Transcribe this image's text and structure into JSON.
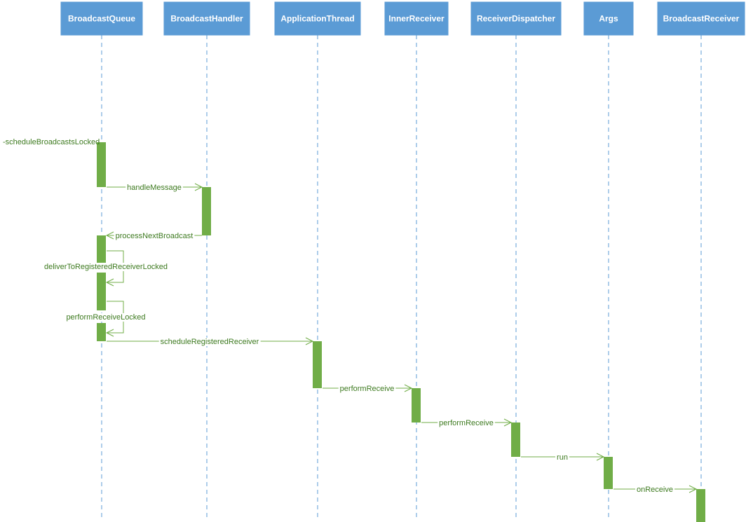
{
  "participants": [
    {
      "id": "bq",
      "label": "BroadcastQueue"
    },
    {
      "id": "bh",
      "label": "BroadcastHandler"
    },
    {
      "id": "at",
      "label": "ApplicationThread"
    },
    {
      "id": "ir",
      "label": "InnerReceiver"
    },
    {
      "id": "rd",
      "label": "ReceiverDispatcher"
    },
    {
      "id": "args",
      "label": "Args"
    },
    {
      "id": "br",
      "label": "BroadcastReceiver"
    }
  ],
  "messages": [
    {
      "id": "m1",
      "label": "-scheduleBroadcastsLocked",
      "from": null,
      "to": "bq",
      "kind": "entry"
    },
    {
      "id": "m2",
      "label": "handleMessage",
      "from": "bq",
      "to": "bh",
      "kind": "call"
    },
    {
      "id": "m3",
      "label": "processNextBroadcast",
      "from": "bh",
      "to": "bq",
      "kind": "call"
    },
    {
      "id": "m4",
      "label": "deliverToRegisteredReceiverLocked",
      "from": "bq",
      "to": "bq",
      "kind": "self"
    },
    {
      "id": "m5",
      "label": "performReceiveLocked",
      "from": "bq",
      "to": "bq",
      "kind": "self"
    },
    {
      "id": "m6",
      "label": "scheduleRegisteredReceiver",
      "from": "bq",
      "to": "at",
      "kind": "call"
    },
    {
      "id": "m7",
      "label": "performReceive",
      "from": "at",
      "to": "ir",
      "kind": "call"
    },
    {
      "id": "m8",
      "label": "performReceive",
      "from": "ir",
      "to": "rd",
      "kind": "call"
    },
    {
      "id": "m9",
      "label": "run",
      "from": "rd",
      "to": "args",
      "kind": "call"
    },
    {
      "id": "m10",
      "label": "onReceive",
      "from": "args",
      "to": "br",
      "kind": "call"
    }
  ],
  "colors": {
    "participant_fill": "#5b9bd5",
    "lifeline": "#5b9bd5",
    "activation": "#70ad47",
    "message": "#70ad47",
    "message_text": "#3d7a1f"
  }
}
